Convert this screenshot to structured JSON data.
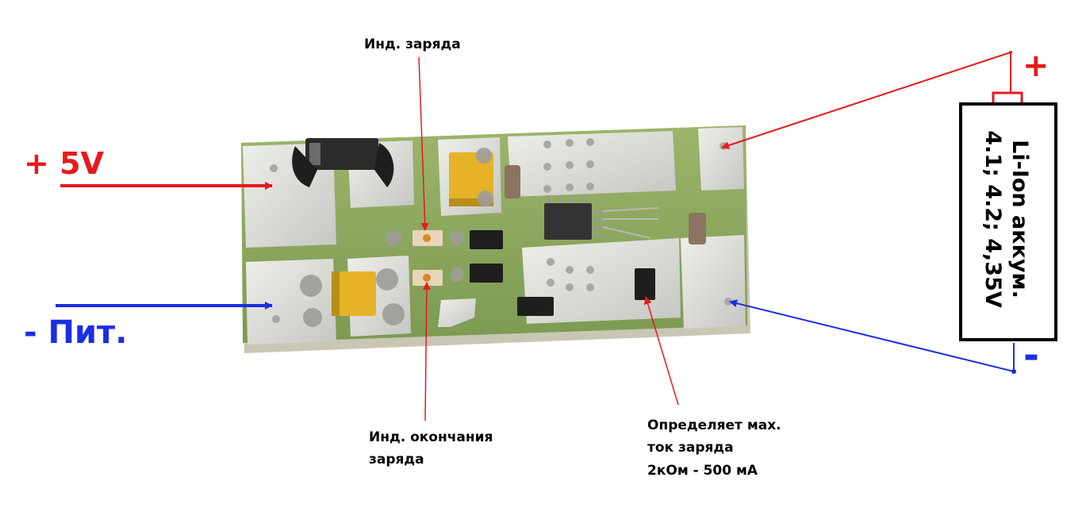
{
  "labels": {
    "charge_indicator": "Инд. заряда",
    "end_charge_indicator_line1": "Инд. окончания",
    "end_charge_indicator_line2": "заряда",
    "current_note_line1": "Определяет мах.",
    "current_note_line2": "ток заряда",
    "current_note_line3": "2кОм - 500 мА",
    "plus_5v": "+ 5V",
    "minus_power": "- Пит.",
    "battery_line1": "Li-Ion аккум.",
    "battery_line2": "4.1; 4.2; 4,35V",
    "battery_plus": "+",
    "battery_minus": "-"
  },
  "colors": {
    "positive": "#e8191c",
    "negative": "#1b2ee0",
    "pcb": "#8aa65c",
    "pad": "#d9d9d6"
  },
  "icons": [
    "ic-chip-icon",
    "led-icon",
    "resistor-icon",
    "capacitor-icon",
    "diode-icon",
    "battery-icon"
  ]
}
